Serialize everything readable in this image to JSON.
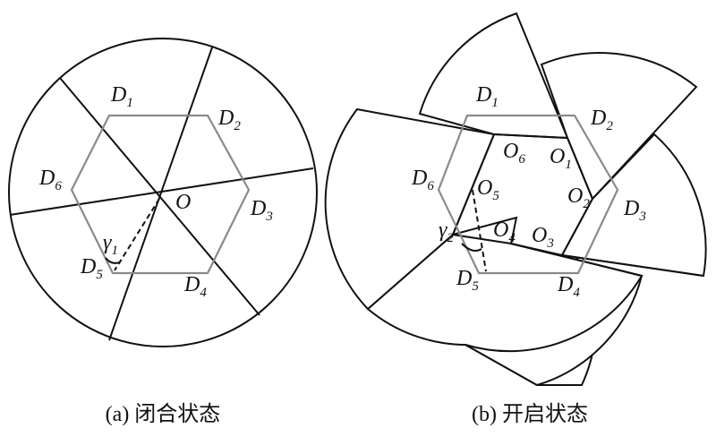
{
  "panel_a": {
    "caption": "(a) 闭合状态",
    "center_label": "O",
    "angle_label": {
      "base": "γ",
      "sub": "1"
    },
    "vertices": [
      {
        "base": "D",
        "sub": "1"
      },
      {
        "base": "D",
        "sub": "2"
      },
      {
        "base": "D",
        "sub": "3"
      },
      {
        "base": "D",
        "sub": "4"
      },
      {
        "base": "D",
        "sub": "5"
      },
      {
        "base": "D",
        "sub": "6"
      }
    ]
  },
  "panel_b": {
    "caption": "(b) 开启状态",
    "angle_label": {
      "base": "γ",
      "sub": "2"
    },
    "vertices": [
      {
        "base": "D",
        "sub": "1"
      },
      {
        "base": "D",
        "sub": "2"
      },
      {
        "base": "D",
        "sub": "3"
      },
      {
        "base": "D",
        "sub": "4"
      },
      {
        "base": "D",
        "sub": "5"
      },
      {
        "base": "D",
        "sub": "6"
      }
    ],
    "pivots": [
      {
        "base": "O",
        "sub": "1"
      },
      {
        "base": "O",
        "sub": "2"
      },
      {
        "base": "O",
        "sub": "3"
      },
      {
        "base": "O",
        "sub": "4"
      },
      {
        "base": "O",
        "sub": "5"
      },
      {
        "base": "O",
        "sub": "6"
      }
    ]
  },
  "colors": {
    "outline": "#111111",
    "hexagon": "#8a8a8a",
    "background": "#ffffff"
  }
}
